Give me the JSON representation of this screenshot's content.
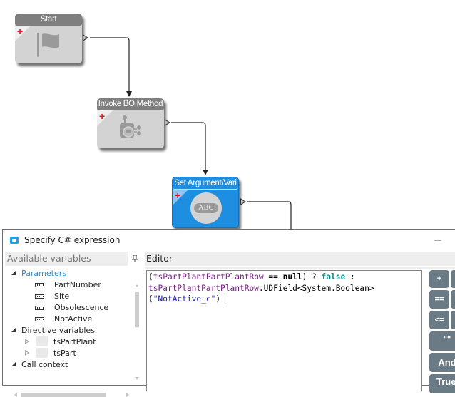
{
  "workflow": {
    "nodes": [
      {
        "id": "start",
        "title": "Start",
        "icon": "flag-icon",
        "style": "gray",
        "add_symbol": "+"
      },
      {
        "id": "invoke",
        "title": "Invoke BO Method",
        "icon": "bo-method-icon",
        "style": "gray",
        "add_symbol": "+"
      },
      {
        "id": "setarg",
        "title": "Set Argument/Vari",
        "icon": "abc-variable-icon",
        "style": "blue",
        "selected": true,
        "add_symbol": "+",
        "icon_text": "ABC"
      }
    ]
  },
  "dialog": {
    "title": "Specify C# expression",
    "minimize_label": "—",
    "left_pane": {
      "header": "Available variables",
      "pin_symbol": "⊥",
      "tree": [
        {
          "label": "Parameters",
          "expanded": true,
          "highlight": true,
          "children": [
            {
              "label": "PartNumber",
              "icon": "variable-icon"
            },
            {
              "label": "Site",
              "icon": "variable-icon"
            },
            {
              "label": "Obsolescence",
              "icon": "variable-icon"
            },
            {
              "label": "NotActive",
              "icon": "variable-icon"
            }
          ]
        },
        {
          "label": "Directive variables",
          "expanded": true,
          "children": [
            {
              "label": "tsPartPlant",
              "icon": "table-icon",
              "expanded": false
            },
            {
              "label": "tsPart",
              "icon": "table-icon",
              "expanded": false
            }
          ]
        },
        {
          "label": "Call context",
          "expanded": true,
          "children": []
        }
      ]
    },
    "editor": {
      "header": "Editor",
      "code_lines": [
        [
          {
            "t": "(",
            "c": "plain"
          },
          {
            "t": "tsPartPlantPartPlantRow",
            "c": "purple"
          },
          {
            "t": " == ",
            "c": "plain"
          },
          {
            "t": "null",
            "c": "bold"
          },
          {
            "t": ") ? ",
            "c": "plain"
          },
          {
            "t": "false",
            "c": "teal"
          },
          {
            "t": " :",
            "c": "plain"
          }
        ],
        [
          {
            "t": "tsPartPlantPartPlantRow",
            "c": "purple"
          },
          {
            "t": ".UDField<System.Boolean>",
            "c": "plain"
          }
        ],
        [
          {
            "t": "(",
            "c": "plain"
          },
          {
            "t": "\"NotActive_c\"",
            "c": "string"
          },
          {
            "t": ")",
            "c": "plain"
          }
        ]
      ]
    },
    "operators": [
      "+",
      "==",
      "<=",
      "\"\"",
      "And",
      "True"
    ]
  }
}
